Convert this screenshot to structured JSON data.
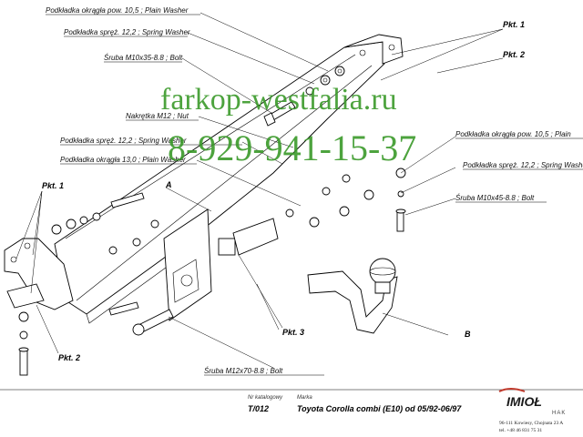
{
  "watermark": {
    "site": "farkop-westfalia.ru",
    "phone": "8-929-941-15-37"
  },
  "labels": {
    "washer_10_5_top": "Podkładka okrągła pow. 10,5 ; Plain Washer",
    "spring_12_2_top": "Podkładka spręż. 12,2 ; Spring Washer",
    "bolt_m10x35": "Śruba M10x35-8.8   ;  Bolt",
    "nut_m12": "Nakrętka  M12 ; Nut",
    "spring_12_2_mid": "Podkładka spręż. 12,2 ; Spring Washer",
    "washer_13_0": "Podkładka okrągła 13,0 ; Plain Washer",
    "washer_10_5_right": "Podkładka okrągła pow. 10,5 ; Plain",
    "spring_12_2_right": "Podkładka spręż. 12,2 ; Spring Washe",
    "bolt_m10x45": "Śruba M10x45-8.8  ;  Bolt",
    "bolt_m12x70": "Śruba M12x70-8.8   ;  Bolt"
  },
  "points": {
    "pkt1_top": "Pkt. 1",
    "pkt2_top": "Pkt. 2",
    "pkt1_left": "Pkt. 1",
    "pkt2_left": "Pkt. 2",
    "pkt3": "Pkt. 3",
    "letter_a": "A",
    "letter_b": "B"
  },
  "footer": {
    "catalog_label": "Nr katalogowy",
    "catalog_value": "T/012",
    "brand_label": "Marka",
    "brand_value": "Toyota Corolla combi (E10)    od 05/92-06/97"
  },
  "company": {
    "logo_text": "IMIOŁ",
    "logo_sub": "HAK",
    "address": "96-111 Kowiesy, Chojnata 23 A",
    "phone": "tel. +48 46 831 75 31"
  }
}
